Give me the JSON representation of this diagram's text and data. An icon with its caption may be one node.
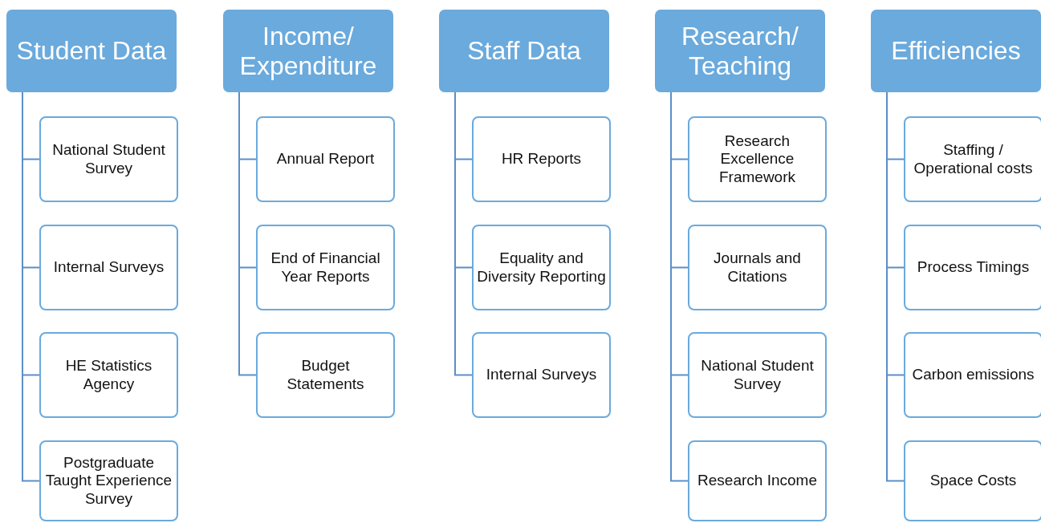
{
  "diagram": {
    "nodes": [
      {
        "text": [
          "Student Data"
        ]
      },
      {
        "text": [
          "National Student Survey"
        ]
      },
      {
        "text": [
          "Internal Surveys"
        ]
      },
      {
        "text": [
          "HE Statistics Agency"
        ]
      },
      {
        "text": [
          "Postgraduate Taught Experience Survey"
        ]
      },
      {
        "text": [
          "Income/ Expenditure"
        ]
      },
      {
        "text": [
          "Annual Report"
        ]
      },
      {
        "text": [
          "End of Financial Year Reports"
        ]
      },
      {
        "text": [
          "Budget Statements"
        ]
      },
      {
        "text": [
          "Staff Data"
        ]
      },
      {
        "text": [
          "HR Reports"
        ]
      },
      {
        "text": [
          "Equality and Diversity Reporting"
        ]
      },
      {
        "text": [
          "Internal Surveys"
        ]
      },
      {
        "text": [
          "Research/ Teaching"
        ]
      },
      {
        "text": [
          "Research Excellence Framework"
        ]
      },
      {
        "text": [
          "Journals and Citations"
        ]
      },
      {
        "text": [
          "National Student Survey"
        ]
      },
      {
        "text": [
          "Research Income"
        ]
      },
      {
        "text": [
          "Efficiencies"
        ]
      },
      {
        "text": [
          "Staffing / Operational costs"
        ]
      },
      {
        "text": [
          "Process Timings"
        ]
      },
      {
        "text": [
          "Carbon emissions"
        ]
      },
      {
        "text": [
          "Space Costs"
        ]
      }
    ],
    "edges": [
      {
        "from": 0,
        "to": 1,
        "arrow": "none"
      },
      {
        "from": 0,
        "to": 2,
        "arrow": "none"
      },
      {
        "from": 0,
        "to": 3,
        "arrow": "none"
      },
      {
        "from": 0,
        "to": 4,
        "arrow": "none"
      },
      {
        "from": 5,
        "to": 6,
        "arrow": "none"
      },
      {
        "from": 5,
        "to": 7,
        "arrow": "none"
      },
      {
        "from": 5,
        "to": 8,
        "arrow": "none"
      },
      {
        "from": 9,
        "to": 10,
        "arrow": "none"
      },
      {
        "from": 9,
        "to": 11,
        "arrow": "none"
      },
      {
        "from": 9,
        "to": 12,
        "arrow": "none"
      },
      {
        "from": 13,
        "to": 14,
        "arrow": "none"
      },
      {
        "from": 13,
        "to": 15,
        "arrow": "none"
      },
      {
        "from": 13,
        "to": 16,
        "arrow": "none"
      },
      {
        "from": 13,
        "to": 17,
        "arrow": "none"
      },
      {
        "from": 18,
        "to": 19,
        "arrow": "none"
      },
      {
        "from": 18,
        "to": 20,
        "arrow": "none"
      },
      {
        "from": 18,
        "to": 21,
        "arrow": "none"
      },
      {
        "from": 18,
        "to": 22,
        "arrow": "none"
      }
    ]
  }
}
